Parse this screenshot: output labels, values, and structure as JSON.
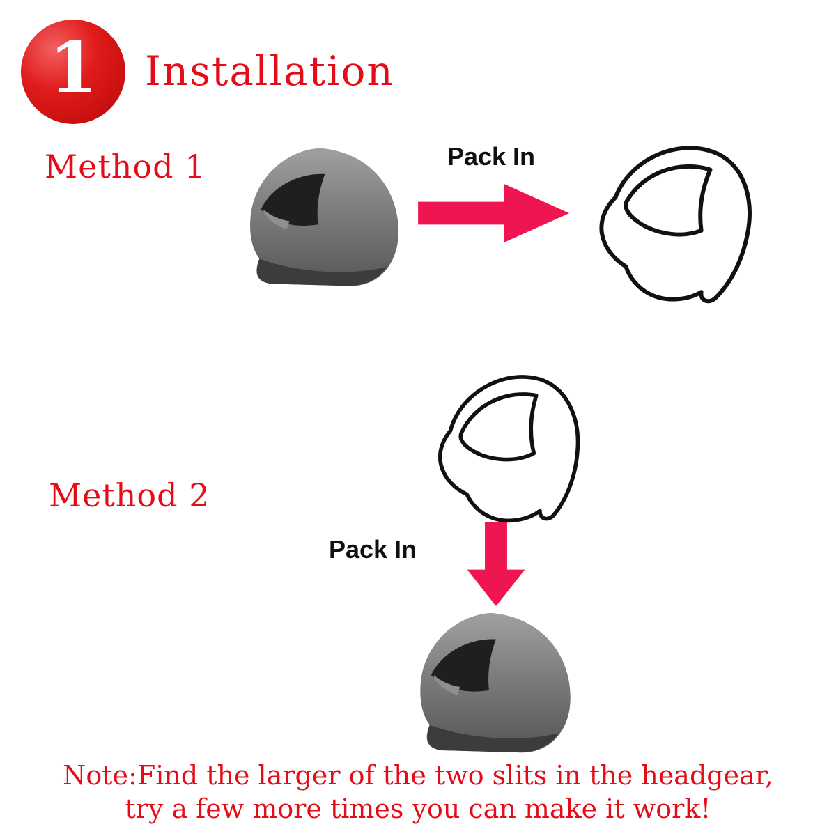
{
  "page": {
    "step_number": "1",
    "title": "Installation",
    "method1_label": "Method 1",
    "method2_label": "Method 2",
    "pack_in_1": "Pack In",
    "pack_in_2": "Pack In",
    "note_line1": "Note:Find the larger of the two slits in the headgear,",
    "note_line2": "try a few more times you can make it work!"
  },
  "colors": {
    "accent_red": "#e60c17",
    "arrow_pink": "#ee1550",
    "badge_red": "#b80707",
    "text_black": "#101010",
    "helmet_gray_light": "#9d9d9d",
    "helmet_gray_dark": "#585858"
  }
}
